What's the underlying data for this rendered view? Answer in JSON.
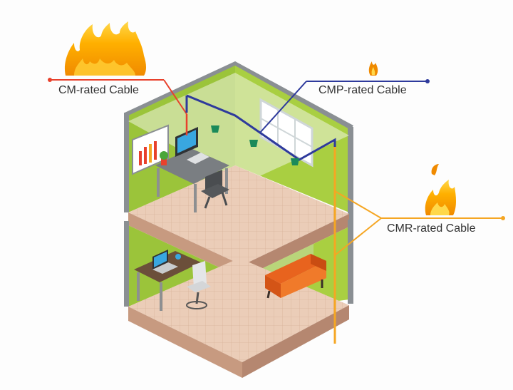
{
  "labels": {
    "cm": "CM-rated Cable",
    "cmp": "CMP-rated Cable",
    "cmr": "CMR-rated Cable"
  },
  "colors": {
    "cm_cable": "#e8412c",
    "cmp_cable": "#2e3a9c",
    "cmr_cable": "#f5a623",
    "wall_green": "#9bc43a",
    "floor_tile": "#e9c9b3",
    "slab_edge": "#c79a80"
  },
  "icons": [
    "large-fire-icon",
    "small-flame-icon",
    "medium-fire-icon",
    "house-cutaway"
  ]
}
